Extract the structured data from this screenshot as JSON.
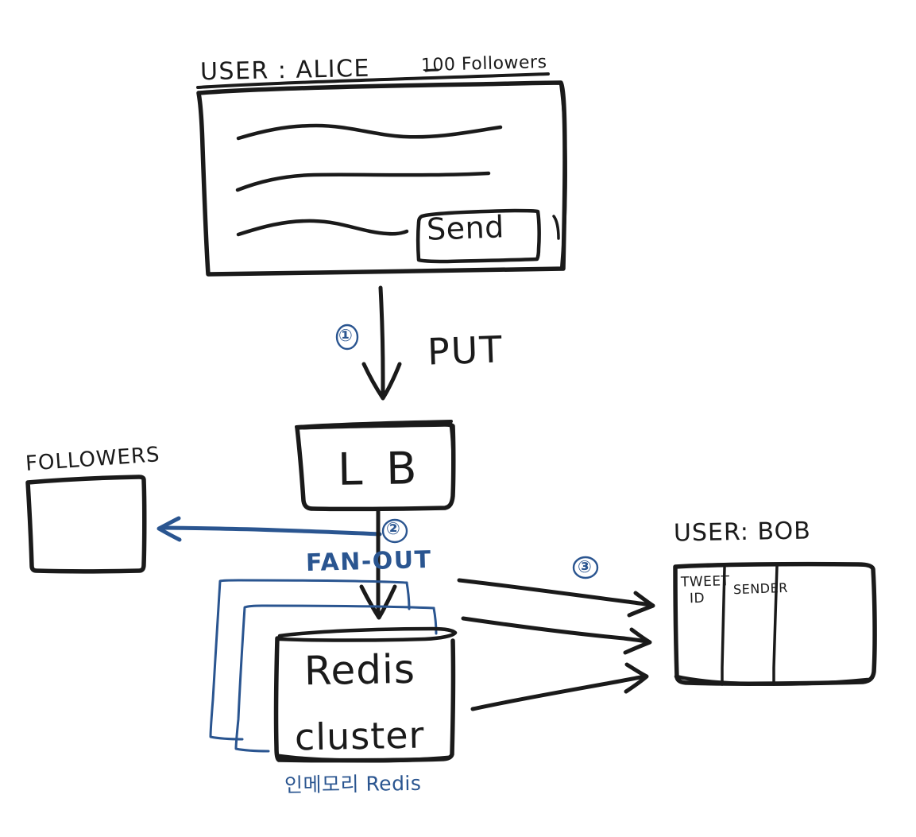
{
  "diagram": {
    "title": "Twitter timeline fan-out architecture (hand sketch)",
    "palette": {
      "ink": "#1a1a1a",
      "accent_blue": "#2a5590",
      "background": "#ffffff"
    },
    "alice_panel": {
      "user_label": "USER : ALICE",
      "followers_count_label": "100 Followers",
      "compose_lines": 3,
      "send_button_label": "Send"
    },
    "steps": [
      {
        "marker": "①",
        "label": "PUT",
        "color": "#2a5590"
      },
      {
        "marker": "②",
        "label": "FAN-OUT",
        "color": "#2a5590"
      },
      {
        "marker": "③",
        "label": "",
        "color": "#2a5590"
      }
    ],
    "load_balancer": {
      "label": "L B"
    },
    "followers_box": {
      "label": "FOLLOWERS",
      "contents": ""
    },
    "redis": {
      "line1": "Redis",
      "line2": "cluster",
      "annotation": "인메모리 Redis",
      "node_count": 3
    },
    "bob_panel": {
      "user_label": "USER: BOB",
      "table_columns": [
        "TWEET ID",
        "SENDER",
        ""
      ],
      "column_header_line1": "TWEET",
      "column_header_line2": "ID",
      "column_header_2": "SENDER",
      "rows": []
    },
    "delivery_arrows": {
      "count": 3,
      "direction": "right"
    }
  }
}
